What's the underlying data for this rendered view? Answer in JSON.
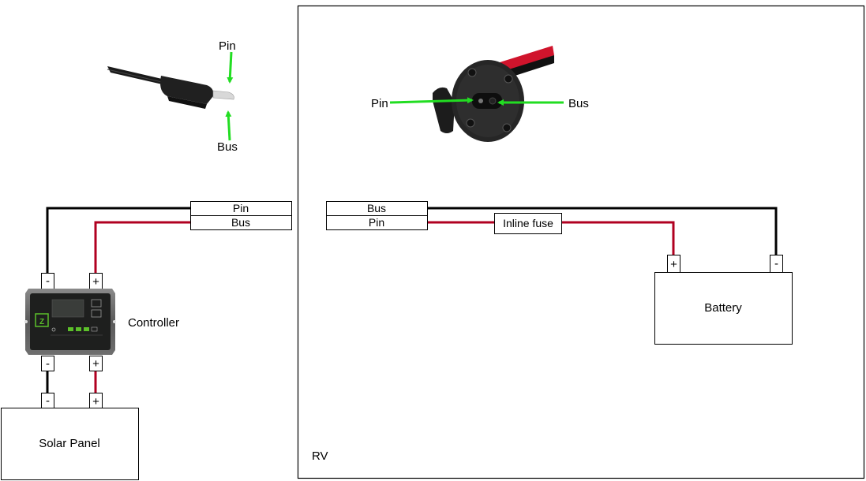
{
  "colors": {
    "negative_wire": "#000000",
    "positive_wire": "#b00020",
    "arrow": "#22dd22",
    "outline": "#000000"
  },
  "zones": {
    "rv_label": "RV"
  },
  "photo_plug": {
    "icon": "sae-plug-photo",
    "pin_label": "Pin",
    "bus_label": "Bus"
  },
  "photo_socket": {
    "icon": "sae-socket-photo",
    "pin_label": "Pin",
    "bus_label": "Bus"
  },
  "left_connector": {
    "rows": [
      "Pin",
      "Bus"
    ]
  },
  "right_connector": {
    "rows": [
      "Bus",
      "Pin"
    ]
  },
  "controller": {
    "label": "Controller",
    "icon": "charge-controller-photo",
    "top_terminals": [
      "-",
      "+"
    ],
    "bottom_terminals": [
      "-",
      "+"
    ]
  },
  "solar_panel": {
    "label": "Solar Panel",
    "terminals": [
      "-",
      "+"
    ]
  },
  "inline_fuse": {
    "label": "Inline fuse"
  },
  "battery": {
    "label": "Battery",
    "terminals": [
      "+",
      "-"
    ]
  }
}
